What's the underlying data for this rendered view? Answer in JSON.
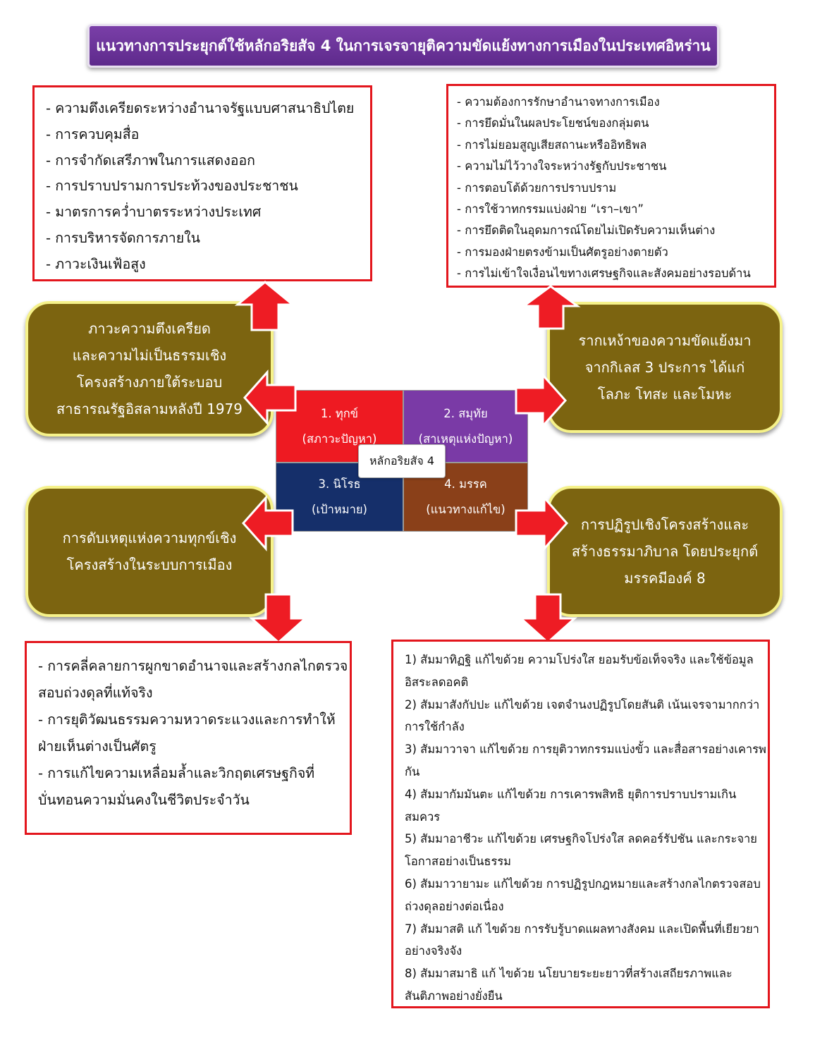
{
  "title": "แนวทางการประยุกต์ใช้หลักอริยสัจ 4 ในการเจรจายุติความขัดแย้งทางการเมืองในประเทศอิหร่าน",
  "top_left_list": [
    "- ความตึงเครียดระหว่างอำนาจรัฐแบบศาสนาธิปไตย",
    "- การควบคุมสื่อ",
    "- การจำกัดเสรีภาพในการแสดงออก",
    "- การปราบปรามการประท้วงของประชาชน",
    "- มาตรการคว่ำบาตรระหว่างประเทศ",
    "- การบริหารจัดการภายใน",
    "- ภาวะเงินเฟ้อสูง"
  ],
  "top_right_list": [
    "- ความต้องการรักษาอำนาจทางการเมือง",
    "- การยึดมั่นในผลประโยชน์ของกลุ่มตน",
    "- การไม่ยอมสูญเสียสถานะหรืออิทธิพล",
    "- ความไม่ไว้วางใจระหว่างรัฐกับประชาชน",
    "- การตอบโต้ด้วยการปราบปราม",
    "- การใช้วาทกรรมแบ่งฝ่าย “เรา–เขา”",
    "- การยึดติดในอุดมการณ์โดยไม่เปิดรับความเห็นต่าง",
    "- การมองฝ่ายตรงข้ามเป็นศัตรูอย่างตายตัว",
    "- การไม่เข้าใจเงื่อนไขทางเศรษฐกิจและสังคมอย่างรอบด้าน"
  ],
  "olive_top_left": [
    "ภาวะความตึงเครียด",
    "และความไม่เป็นธรรมเชิง",
    "โครงสร้างภายใต้ระบอบ",
    "สาธารณรัฐอิสลามหลังปี 1979"
  ],
  "olive_top_right": [
    "รากเหง้าของความขัดแย้งมา",
    "จากกิเลส 3 ประการ ได้แก่",
    "โลภะ โทสะ และโมหะ"
  ],
  "olive_bottom_left": [
    "การดับเหตุแห่งความทุกข์เชิง",
    "โครงสร้างในระบบการเมือง"
  ],
  "olive_bottom_right": [
    "การปฏิรูปเชิงโครงสร้างและ",
    "สร้างธรรมาภิบาล โดยประยุกต์",
    "มรรคมีองค์ 8"
  ],
  "quadrants": {
    "q1": {
      "title": "1. ทุกข์",
      "sub": "(สภาวะปัญหา)"
    },
    "q2": {
      "title": "2. สมุทัย",
      "sub": "(สาเหตุแห่งปัญหา)"
    },
    "q3": {
      "title": "3. นิโรธ",
      "sub": "(เป้าหมาย)"
    },
    "q4": {
      "title": "4. มรรค",
      "sub": "(แนวทางแก้ไข)"
    }
  },
  "center_label": "หลักอริยสัจ 4",
  "bottom_left_list": [
    "- การคลี่คลายการผูกขาดอำนาจและสร้างกลไกตรวจสอบถ่วงดุลที่แท้จริง",
    "- การยุติวัฒนธรรมความหวาดระแวงและการทำให้ฝ่ายเห็นต่างเป็นศัตรู",
    "- การแก้ไขความเหลื่อมล้ำและวิกฤตเศรษฐกิจที่บั่นทอนความมั่นคงในชีวิตประจำวัน"
  ],
  "bottom_right_list": [
    "1) สัมมาทิฏฐิ แก้ไขด้วย ความโปร่งใส ยอมรับข้อเท็จจริง และใช้ข้อมูลอิสระลดอคติ",
    "2) สัมมาสังกัปปะ แก้ไขด้วย เจตจำนงปฏิรูปโดยสันติ เน้นเจรจามากกว่าการใช้กำลัง",
    "3) สัมมาวาจา แก้ไขด้วย การยุติวาทกรรมแบ่งขั้ว และสื่อสารอย่างเคารพกัน",
    "4) สัมมากัมมันตะ แก้ไขด้วย การเคารพสิทธิ ยุติการปราบปรามเกินสมควร",
    "5) สัมมาอาชีวะ แก้ไขด้วย เศรษฐกิจโปร่งใส ลดคอร์รัปชัน และกระจายโอกาสอย่างเป็นธรรม",
    "6) สัมมาวายามะ แก้ไขด้วย การปฏิรูปกฎหมายและสร้างกลไกตรวจสอบถ่วงดุลอย่างต่อเนื่อง",
    "7) สัมมาสติ แก้ ไขด้วย การรับรู้บาดแผลทางสังคม และเปิดพื้นที่เยียวยาอย่างจริงจัง",
    "8) สัมมาสมาธิ แก้ ไขด้วย นโยบายระยะยาวที่สร้างเสถียรภาพและสันติภาพอย่างยั่งยืน"
  ],
  "colors": {
    "title_bg": "#6a3198",
    "box_border": "#e3161d",
    "olive": "#7c6410",
    "olive_border": "#f6f28a",
    "arrow": "#ee1c24",
    "q1": "#ee1a22",
    "q2": "#7a3aa6",
    "q3": "#152f6a",
    "q4": "#8a4019"
  }
}
